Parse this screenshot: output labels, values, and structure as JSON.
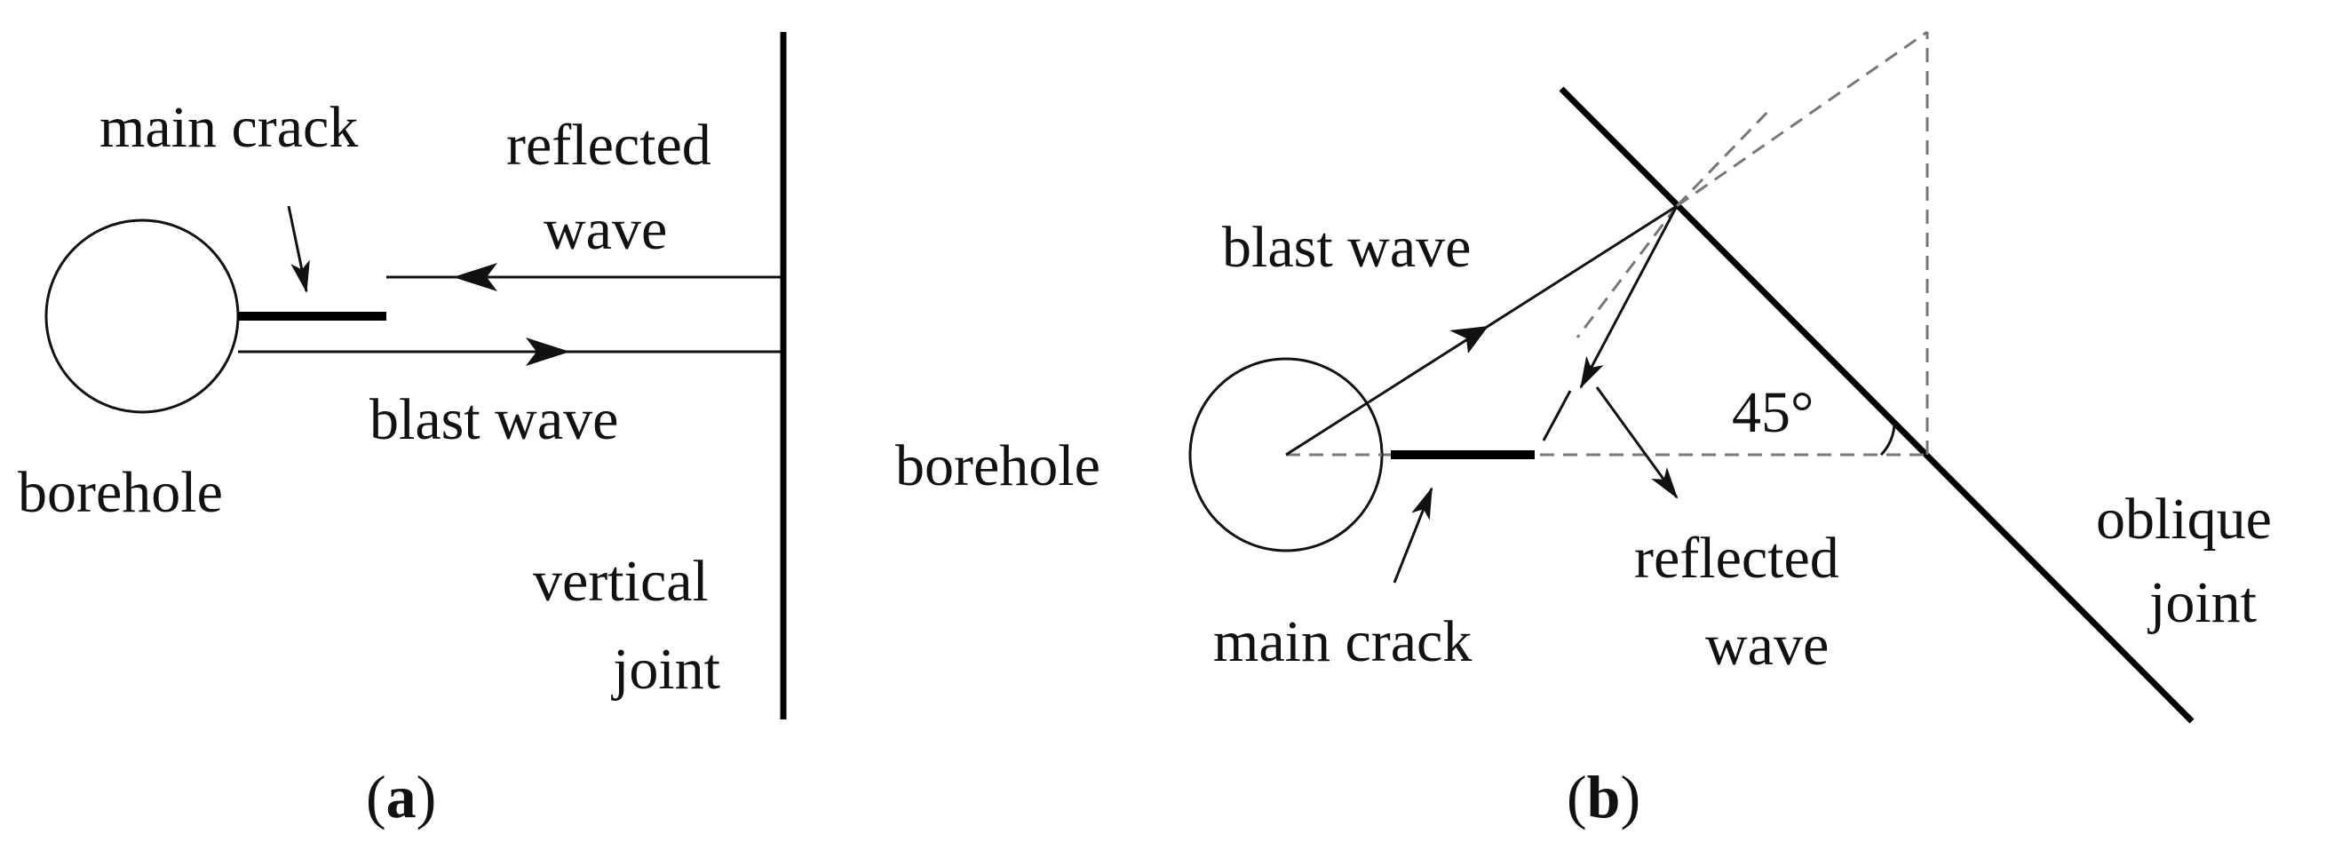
{
  "panel_a": {
    "main_crack": "main crack",
    "reflected_wave_line1": "reflected",
    "reflected_wave_line2": "wave",
    "blast_wave": "blast wave",
    "borehole": "borehole",
    "joint_line1": "vertical",
    "joint_line2": "joint",
    "panel_open": "(",
    "panel_letter": "a",
    "panel_close": ")"
  },
  "panel_b": {
    "blast_wave": "blast wave",
    "borehole": "borehole",
    "angle": "45°",
    "main_crack": "main crack",
    "reflected_wave_line1": "reflected",
    "reflected_wave_line2": "wave",
    "joint_line1": "oblique",
    "joint_line2": "joint",
    "panel_open": "(",
    "panel_letter": "b",
    "panel_close": ")"
  }
}
